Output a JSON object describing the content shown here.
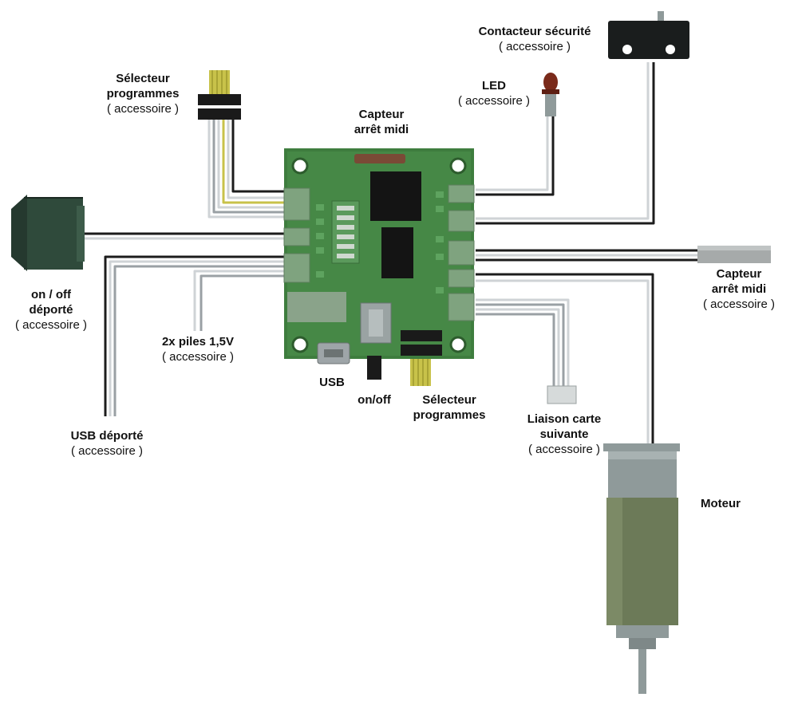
{
  "labels": {
    "contacteur": {
      "title": "Contacteur sécurité",
      "sub": "( accessoire )"
    },
    "led": {
      "title": "LED",
      "sub": "( accessoire )"
    },
    "selecteur_top": {
      "title1": "Sélecteur",
      "title2": "programmes",
      "sub": "( accessoire )"
    },
    "capteur_top": {
      "title1": "Capteur",
      "title2": "arrêt midi"
    },
    "onoff_left": {
      "title1": "on / off",
      "title2": "déporté",
      "sub": "( accessoire )"
    },
    "piles": {
      "title": "2x piles 1,5V",
      "sub": "( accessoire )"
    },
    "usb": {
      "title": "USB"
    },
    "onoff_board": {
      "title": "on/off"
    },
    "selecteur_bottom": {
      "title1": "Sélecteur",
      "title2": "programmes"
    },
    "liaison": {
      "title1": "Liaison carte",
      "title2": "suivante",
      "sub": "( accessoire )"
    },
    "usb_deporte": {
      "title": "USB déporté",
      "sub": "( accessoire )"
    },
    "capteur_right": {
      "title1": "Capteur",
      "title2": "arrêt midi",
      "sub": "( accessoire )"
    },
    "moteur": {
      "title": "Moteur"
    }
  },
  "colors": {
    "pcb": "#3e7d3e",
    "pcb_light": "#4f9150",
    "wire_dark": "#1c1c1c",
    "wire_light": "#cfd3d6",
    "wire_yellow": "#c8c24a",
    "chip": "#141414",
    "motor_body": "#6c7a58",
    "motor_metal": "#8f9a9a"
  }
}
